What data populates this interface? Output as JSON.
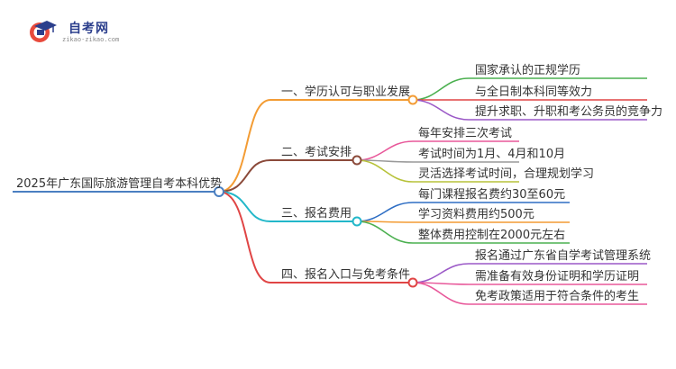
{
  "logo": {
    "title": "自考网",
    "subtitle": "zikao-zikao.com"
  },
  "root": {
    "label": "2025年广东国际旅游管理自考本科优势",
    "color": "#4a7fc1"
  },
  "branches": [
    {
      "label": "一、学历认可与职业发展",
      "color": "#f39c34",
      "children": [
        {
          "label": "国家承认的正规学历",
          "color": "#4cb050"
        },
        {
          "label": "与全日制本科同等效力",
          "color": "#e04545"
        },
        {
          "label": "提升求职、升职和考公务员的竞争力",
          "color": "#9b59c7"
        }
      ]
    },
    {
      "label": "二、考试安排",
      "color": "#8b4a3a",
      "children": [
        {
          "label": "每年安排三次考试",
          "color": "#e8589a"
        },
        {
          "label": "考试时间为1月、4月和10月",
          "color": "#9a9a9a"
        },
        {
          "label": "灵活选择考试时间，合理规划学习",
          "color": "#b7c23a"
        }
      ]
    },
    {
      "label": "三、报名费用",
      "color": "#22b7c9",
      "children": [
        {
          "label": "每门课程报名费约30至60元",
          "color": "#2e6ec4"
        },
        {
          "label": "学习资料费用约500元",
          "color": "#f39c34"
        },
        {
          "label": "整体费用控制在2000元左右",
          "color": "#4cb050"
        }
      ]
    },
    {
      "label": "四、报名入口与免考条件",
      "color": "#e04545",
      "children": [
        {
          "label": "报名通过广东省自学考试管理系统",
          "color": "#9b59c7"
        },
        {
          "label": "需准备有效身份证明和学历证明",
          "color": "#e8589a"
        },
        {
          "label": "免考政策适用于符合条件的考生",
          "color": "#e8589a"
        }
      ]
    }
  ]
}
